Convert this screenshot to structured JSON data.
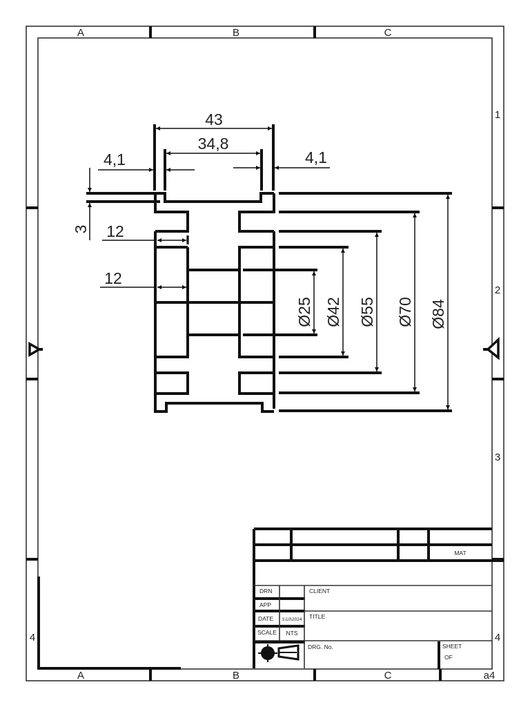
{
  "sheet": {
    "size_label": "a4",
    "zones_columns": [
      "A",
      "B",
      "C"
    ],
    "zones_rows": [
      "1",
      "2",
      "3",
      "4"
    ]
  },
  "dimensions": {
    "overall_width": "43",
    "inner_width": "34,8",
    "left_flange": "4,1",
    "right_flange": "4,1",
    "step_height": "3",
    "groove_width": "12",
    "hub_width": "12",
    "diameters": [
      "Ø25",
      "Ø42",
      "Ø55",
      "Ø70",
      "Ø84"
    ]
  },
  "title_block": {
    "mat_label": "MAT",
    "drn_label": "DRN",
    "drn_value": "",
    "app_label": "APP",
    "app_value": "",
    "date_label": "DATE",
    "date_value": "1\\10\\2024",
    "scale_label": "SCALE",
    "scale_value": "NTS",
    "client_label": "CLIENT",
    "title_label": "TITLE",
    "drg_no_label": "DRG. No.",
    "sheet_label": "SHEET",
    "of_label": "OF",
    "projection_symbol": "third-angle-projection-icon"
  }
}
